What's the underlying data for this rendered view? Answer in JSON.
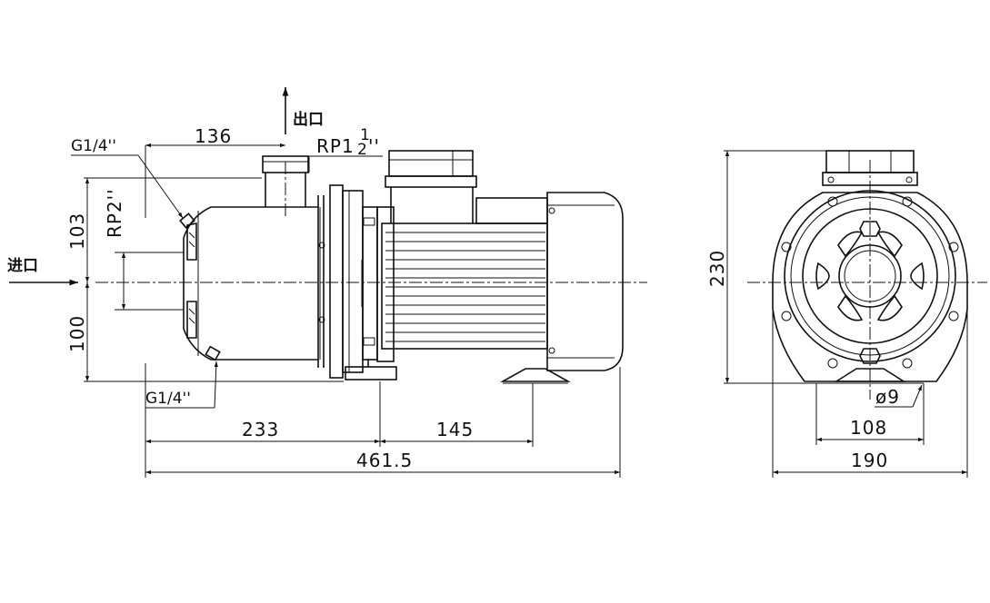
{
  "side_view": {
    "outlet_label": "出口",
    "inlet_label": "进口",
    "plug_top": "G1/4''",
    "plug_bottom": "G1/4''",
    "outlet_thread": "RP1",
    "outlet_thread_num": "1",
    "outlet_thread_den": "2",
    "outlet_thread_mark": "''",
    "inlet_thread": "RP2''",
    "dims": {
      "outlet_offset": "136",
      "upper_height": "103",
      "lower_height": "100",
      "body_length": "233",
      "motor_length": "145",
      "overall_length": "461.5"
    }
  },
  "front_view": {
    "dims": {
      "overall_height": "230",
      "foot_hole": "ø9",
      "hole_spacing": "108",
      "overall_width": "190"
    }
  }
}
